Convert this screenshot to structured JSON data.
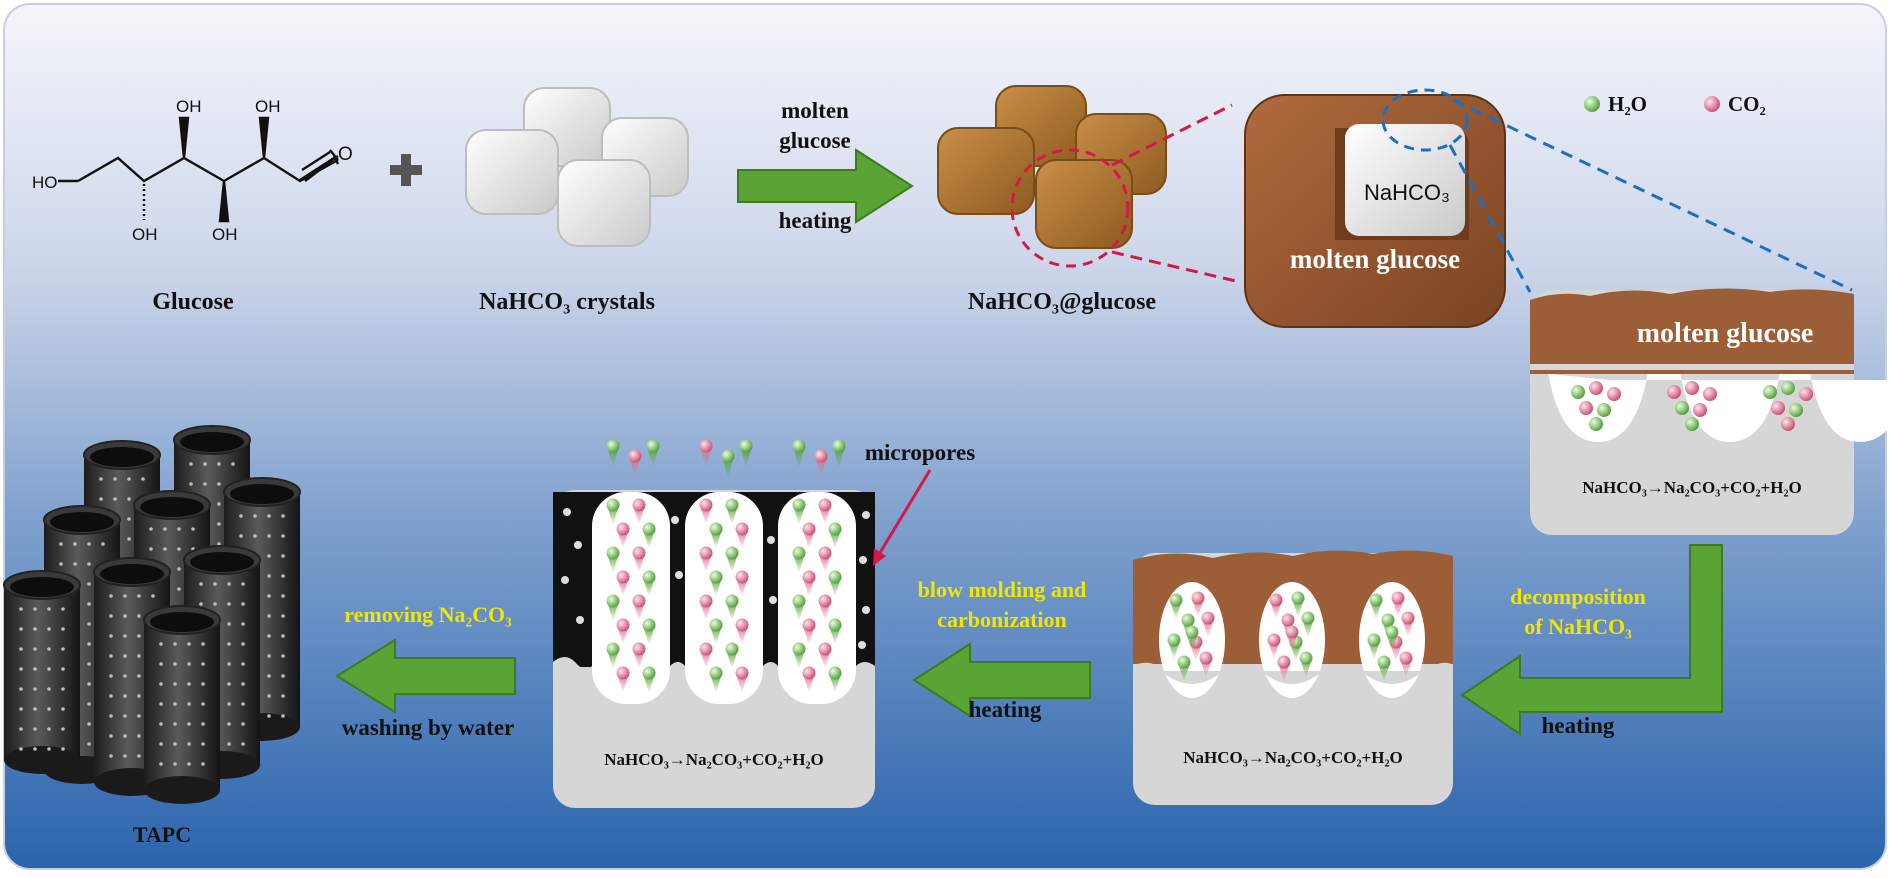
{
  "glucose_label": "Glucose",
  "glucose_oh": [
    "OH",
    "OH",
    "HO",
    "OH",
    "OH"
  ],
  "glucose_o": "O",
  "crystals_label": "NaHCO₃ crystals",
  "arrow1_top_1": "molten",
  "arrow1_top_2": "glucose",
  "arrow1_bottom": "heating",
  "coated_label": "NaHCO₃@glucose",
  "zoom_core_label": "NaHCO₃",
  "zoom_shell_label": "molten glucose",
  "legend_h2o": "H₂O",
  "legend_co2": "CO₂",
  "colors": {
    "h2o": "#6fbf5a",
    "co2": "#e0708f",
    "glucose_brown": "#9b5e36",
    "arrow_green": "#5aa436",
    "yellow_text": "#f2e600"
  },
  "panel1_top": "molten glucose",
  "panel1_eq": "NaHCO₃→Na₂CO₃+CO₂+H₂O",
  "step_decomp_1": "decomposition",
  "step_decomp_2": "of NaHCO₃",
  "step_decomp_heat": "heating",
  "panel2_eq": "NaHCO₃→Na₂CO₃+CO₂+H₂O",
  "step_blow_1": "blow molding and",
  "step_blow_2": "carbonization",
  "step_blow_heat": "heating",
  "micropores_label": "micropores",
  "panel3_eq": "NaHCO₃→Na₂CO₃+CO₂+H₂O",
  "step_remove": "removing Na₂CO₃",
  "step_wash": "washing by water",
  "product_label": "TAPC"
}
